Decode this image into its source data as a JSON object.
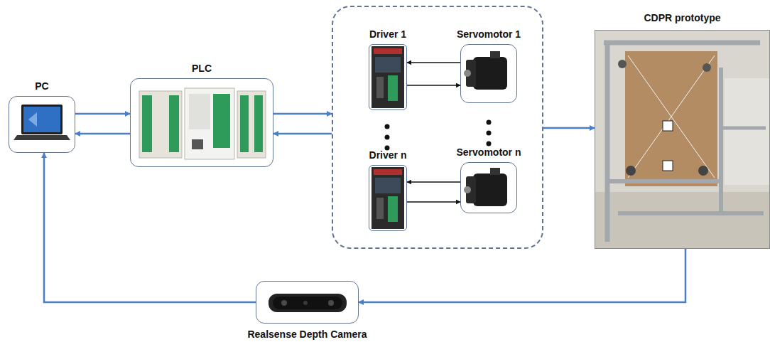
{
  "diagram": {
    "nodes": [
      {
        "text": [
          "PC"
        ]
      },
      {
        "text": [
          "PLC"
        ]
      },
      {
        "text": []
      },
      {
        "text": [
          "Driver 1"
        ],
        "in": 2
      },
      {
        "text": [
          "Servomotor 1"
        ],
        "in": 2
      },
      {
        "text": [
          "Driver n"
        ],
        "in": 2
      },
      {
        "text": [
          "Servomotor n"
        ],
        "in": 2
      },
      {
        "text": [
          "CDPR prototype"
        ]
      },
      {
        "text": [
          "Realsense Depth Camera"
        ]
      }
    ],
    "edges": [
      {
        "from": 0,
        "to": 1,
        "arrow": "to"
      },
      {
        "from": 1,
        "to": 0,
        "arrow": "to"
      },
      {
        "from": 1,
        "to": 2,
        "arrow": "to"
      },
      {
        "from": 2,
        "to": 1,
        "arrow": "to"
      },
      {
        "from": 4,
        "to": 3,
        "arrow": "to"
      },
      {
        "from": 3,
        "to": 4,
        "arrow": "to"
      },
      {
        "from": 6,
        "to": 5,
        "arrow": "to"
      },
      {
        "from": 5,
        "to": 6,
        "arrow": "to"
      },
      {
        "from": 2,
        "to": 7,
        "arrow": "to"
      },
      {
        "from": 7,
        "to": 8,
        "arrow": "to"
      },
      {
        "from": 8,
        "to": 0,
        "arrow": "to"
      }
    ]
  }
}
